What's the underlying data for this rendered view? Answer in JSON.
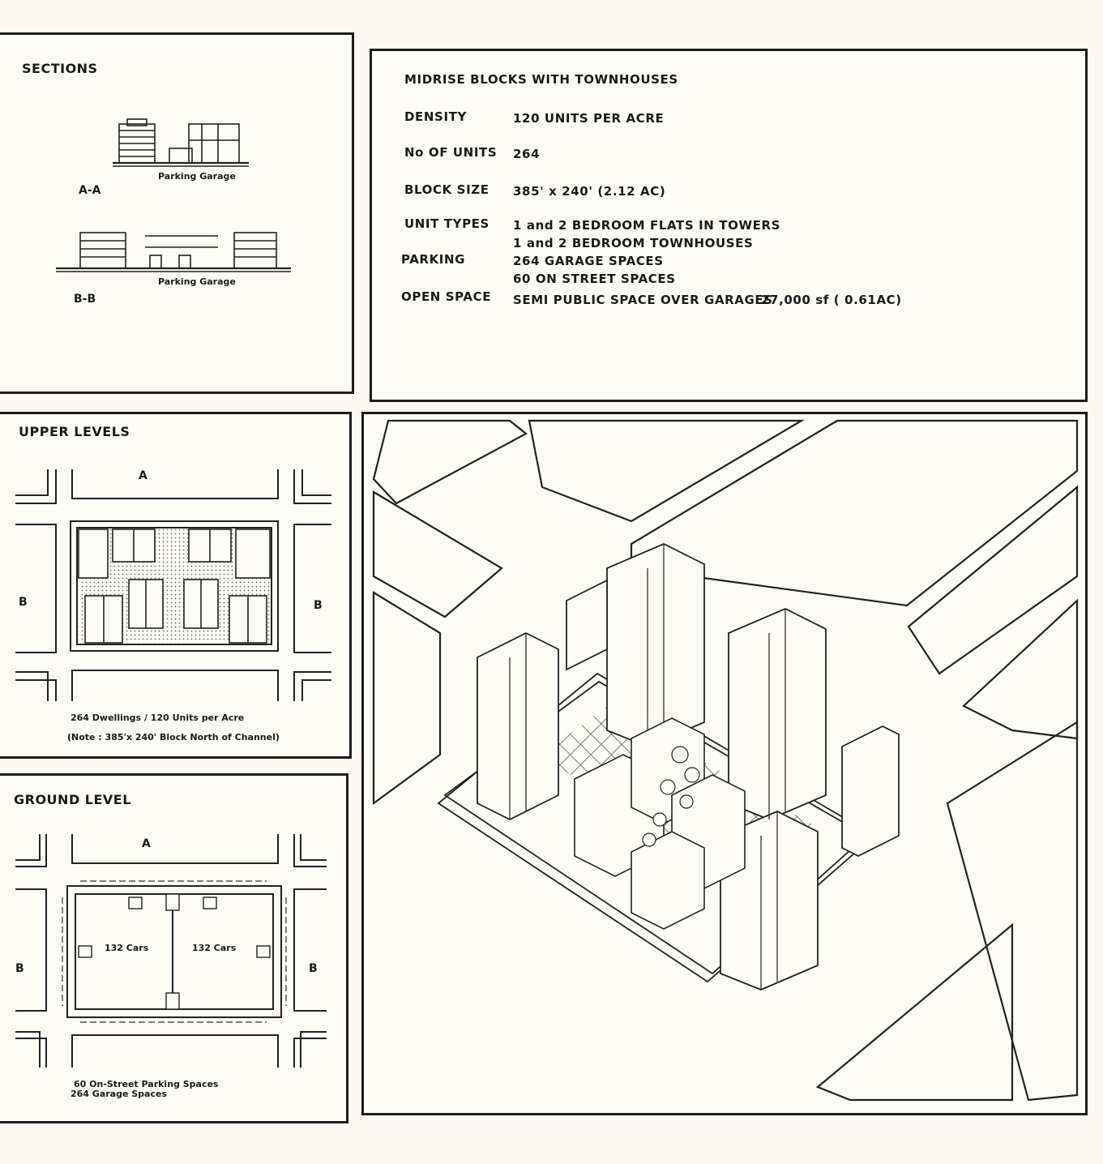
{
  "sections": {
    "title": "SECTIONS",
    "aa_label": "A-A",
    "aa_caption": "Parking Garage",
    "bb_label": "B-B",
    "bb_caption": "Parking Garage"
  },
  "specs": {
    "heading": "MIDRISE BLOCKS WITH TOWNHOUSES",
    "rows": [
      {
        "key": "DENSITY",
        "value": "120 UNITS PER ACRE"
      },
      {
        "key": "No OF UNITS",
        "value": "264"
      },
      {
        "key": "BLOCK SIZE",
        "value": "385' x 240' (2.12 AC)"
      },
      {
        "key": "UNIT TYPES",
        "value": "1 and 2 BEDROOM FLATS IN TOWERS",
        "value2": "1 and 2 BEDROOM TOWNHOUSES"
      },
      {
        "key": "PARKING",
        "value": "264 GARAGE SPACES",
        "value2": "60 ON STREET SPACES"
      },
      {
        "key": "OPEN SPACE",
        "value": "SEMI PUBLIC SPACE OVER GARAGES",
        "value2": "27,000 sf ( 0.61AC)"
      }
    ]
  },
  "upper": {
    "title": "UPPER LEVELS",
    "marker_a": "A",
    "marker_b_left": "B",
    "marker_b_right": "B",
    "caption1": "264 Dwellings / 120 Units per Acre",
    "caption2": "(Note : 385'x 240' Block North of Channel)"
  },
  "ground": {
    "title": "GROUND LEVEL",
    "marker_a": "A",
    "marker_b_left": "B",
    "marker_b_right": "B",
    "cars_left": "132 Cars",
    "cars_right": "132 Cars",
    "caption1": "60 On-Street Parking Spaces",
    "caption2": "264 Garage Spaces"
  }
}
